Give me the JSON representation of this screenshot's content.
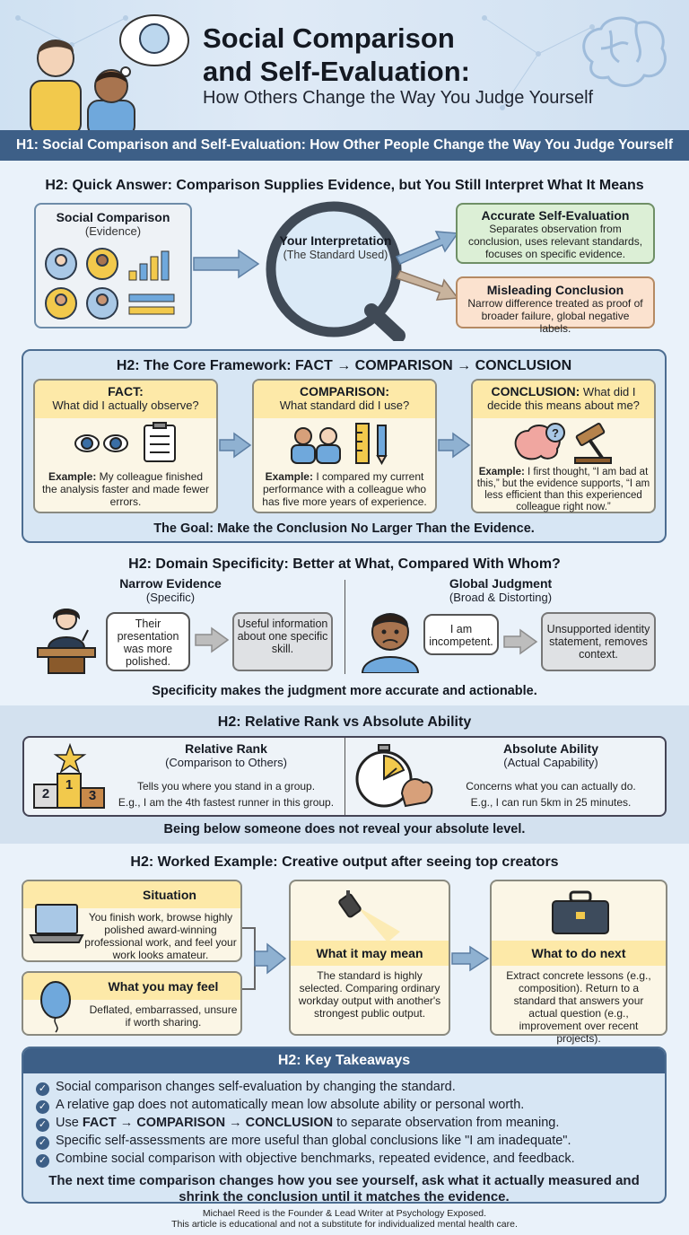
{
  "header": {
    "title_line1": "Social Comparison",
    "title_line2": "and Self-Evaluation:",
    "subtitle": "How Others Change the Way You Judge Yourself"
  },
  "h1": "H1: Social Comparison and Self-Evaluation: How Other People Change the Way You Judge Yourself",
  "quick": {
    "heading": "H2: Quick Answer: Comparison Supplies Evidence, but You Still Interpret What It Means",
    "evidence_title": "Social Comparison",
    "evidence_sub": "(Evidence)",
    "lens_title": "Your Interpretation",
    "lens_sub": "(The Standard Used)",
    "accurate_title": "Accurate Self-Evaluation",
    "accurate_text": "Separates observation from conclusion, uses relevant standards, focuses on specific evidence.",
    "misleading_title": "Misleading Conclusion",
    "misleading_text": "Narrow difference treated as proof of broader failure, global negative labels."
  },
  "framework": {
    "heading": "H2: The Core Framework: FACT → COMPARISON → CONCLUSION",
    "fact_title": "FACT:",
    "fact_q": "What did I actually observe?",
    "fact_ex_label": "Example:",
    "fact_ex": " My colleague finished the analysis faster and made fewer errors.",
    "comp_title": "COMPARISON:",
    "comp_q": "What standard did I use?",
    "comp_ex_label": "Example:",
    "comp_ex": " I compared my current performance with a colleague who has five more years of experience.",
    "concl_title": "CONCLUSION:",
    "concl_q1": " What did I",
    "concl_q2": "decide this means about me?",
    "concl_ex_label": "Example:",
    "concl_ex": " I first thought, “I am bad at this,” but the evidence supports, “I am less efficient than this experienced colleague right now.”",
    "goal": "The Goal: Make the Conclusion No Larger Than the Evidence."
  },
  "domain": {
    "heading": "H2: Domain Specificity: Better at What, Compared With Whom?",
    "narrow_title": "Narrow Evidence",
    "narrow_sub": "(Specific)",
    "narrow_bubble": "Their presentation was more polished.",
    "narrow_result": "Useful information about one specific skill.",
    "global_title": "Global Judgment",
    "global_sub": "(Broad & Distorting)",
    "global_bubble": "I am incompetent.",
    "global_result": "Unsupported identity statement, removes context.",
    "footer": "Specificity makes the judgment more accurate and actionable."
  },
  "rank": {
    "heading": "H2: Relative Rank vs Absolute Ability",
    "rel_title": "Relative Rank",
    "rel_sub": "(Comparison to Others)",
    "rel_text1": "Tells you where you stand in a group.",
    "rel_text2": "E.g., I am the 4th fastest runner in this group.",
    "podium": [
      "2",
      "1",
      "3"
    ],
    "abs_title": "Absolute Ability",
    "abs_sub": "(Actual Capability)",
    "abs_text1": "Concerns what you can actually do.",
    "abs_text2": "E.g., I can run 5km in 25 minutes.",
    "footer": "Being below someone does not reveal your absolute level."
  },
  "worked": {
    "heading": "H2: Worked Example: Creative output after seeing top creators",
    "situation_title": "Situation",
    "situation_text": "You finish work, browse highly polished award-winning professional work, and feel your work looks amateur.",
    "feel_title": "What you may feel",
    "feel_text": "Deflated, embarrassed, unsure if worth sharing.",
    "mean_title": "What it may mean",
    "mean_text": "The standard is highly selected. Comparing ordinary workday output with another's strongest public output.",
    "next_title": "What to do next",
    "next_text": "Extract concrete lessons (e.g., composition). Return to a standard that answers your actual question (e.g., improvement over recent projects)."
  },
  "takeaways": {
    "heading": "H2: Key Takeaways",
    "items": [
      "Social comparison changes self-evaluation by changing the standard.",
      "A relative gap does not automatically mean low absolute ability or personal worth."
    ],
    "item3_pre": "Use ",
    "item3_bold": "FACT → COMPARISON → CONCLUSION",
    "item3_post": " to separate observation from meaning.",
    "items_after": [
      "Specific self-assessments are more useful than global conclusions like \"I am inadequate\".",
      "Combine social comparison with objective benchmarks, repeated evidence, and feedback."
    ],
    "closing": "The next time comparison changes how you see yourself, ask what it actually measured and shrink the conclusion until it matches the evidence."
  },
  "credits": {
    "line1": "Michael Reed is the Founder & Lead Writer at Psychology Exposed.",
    "line2": "This article is educational and not a substitute for individualized mental health care."
  },
  "colors": {
    "navy": "#3d5f87",
    "cream": "#fbf6e6",
    "yellow": "#fde9a8",
    "green": "#dcefd6",
    "peach": "#fbe2cf"
  }
}
